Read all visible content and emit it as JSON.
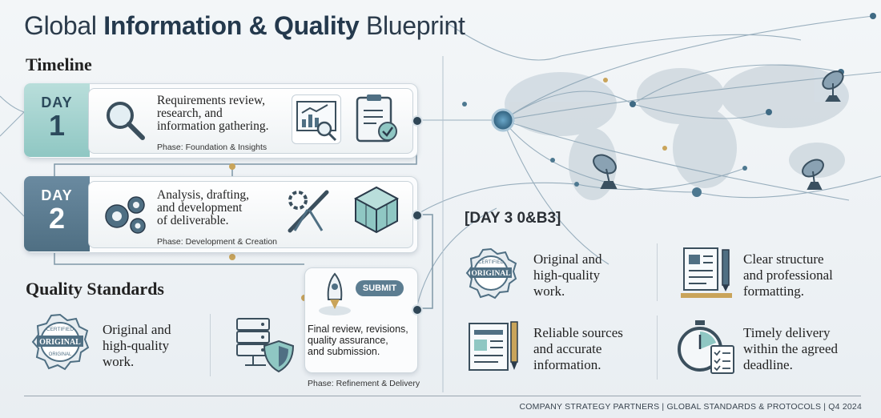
{
  "header": {
    "title_prefix": "Global",
    "title_bold": "Information & Quality",
    "title_suffix": "Blueprint"
  },
  "timeline": {
    "heading": "Timeline",
    "days": [
      {
        "label": "DAY",
        "number": "1",
        "text": [
          "Requirements review,",
          "research, and",
          "information gathering."
        ],
        "phase": "Phase: Foundation & Insights"
      },
      {
        "label": "DAY",
        "number": "2",
        "text": [
          "Analysis, drafting,",
          "and development",
          "of deliverable."
        ],
        "phase": "Phase: Development & Creation"
      }
    ],
    "final": {
      "submit_label": "SUBMIT",
      "text": [
        "Final review, revisions,",
        "quality assurance,",
        "and submission."
      ],
      "phase": "Phase: Refinement & Delivery"
    }
  },
  "quality": {
    "heading": "Quality Standards",
    "item": [
      "Original and",
      "high-quality",
      "work."
    ],
    "badge_top": "CERTIFIED",
    "badge_mid": "ORIGINAL",
    "badge_bottom": "ORIGINAL"
  },
  "day3": {
    "heading": "[DAY 3 0&B3]",
    "items": [
      {
        "lines": [
          "Original and",
          "high-quality",
          "work."
        ],
        "icon": "original-badge-icon"
      },
      {
        "lines": [
          "Clear structure",
          "and professional",
          "formatting."
        ],
        "icon": "document-pen-icon"
      },
      {
        "lines": [
          "Reliable sources",
          "and accurate",
          "information."
        ],
        "icon": "newspaper-pencil-icon"
      },
      {
        "lines": [
          "Timely delivery",
          "within the agreed",
          "deadline."
        ],
        "icon": "stopwatch-checklist-icon"
      }
    ]
  },
  "footer": {
    "text": "COMPANY STRATEGY PARTNERS | GLOBAL STANDARDS & PROTOCOLS | Q4 2024"
  },
  "colors": {
    "accent_teal": "#8fc7c3",
    "accent_slate": "#4f6f83",
    "dark_node": "#2f4656",
    "gold_dot": "#c9a45a"
  }
}
